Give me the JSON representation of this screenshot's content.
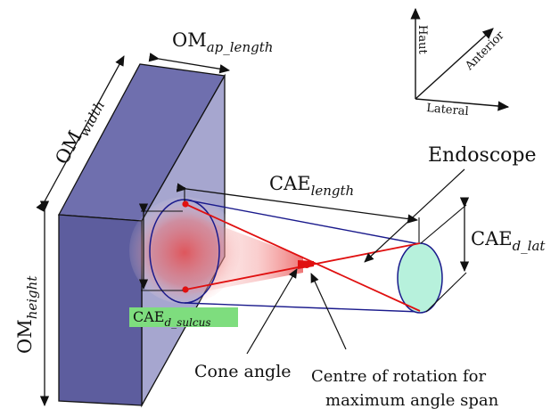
{
  "labels": {
    "om_ap_length": {
      "base": "OM",
      "sub": "ap_length"
    },
    "om_width": {
      "base": "OM",
      "sub": "width"
    },
    "om_height": {
      "base": "OM",
      "sub": "height"
    },
    "cae_length": {
      "base": "CAE",
      "sub": "length"
    },
    "cae_d_lat": {
      "base": "CAE",
      "sub": "d_lat"
    },
    "cae_d_sulcus": {
      "base": "CAE",
      "sub": "d_sulcus"
    },
    "endoscope": "Endoscope",
    "cone_angle": "Cone angle",
    "centre_line1": "Centre of rotation for",
    "centre_line2": "maximum angle span"
  },
  "axes": {
    "up": "Haut",
    "diag": "Anterior",
    "right": "Lateral"
  },
  "colors": {
    "block_front": "#5d5d9e",
    "block_top": "#6f6fae",
    "block_side": "#a6a6cf",
    "ellipse_right_fill": "#b7f1dc",
    "ellipse_stroke": "#1a1a8c",
    "cone_red": "#e01010",
    "glow_red": "#f05050",
    "sulcus_highlight": "#7edd7e"
  }
}
